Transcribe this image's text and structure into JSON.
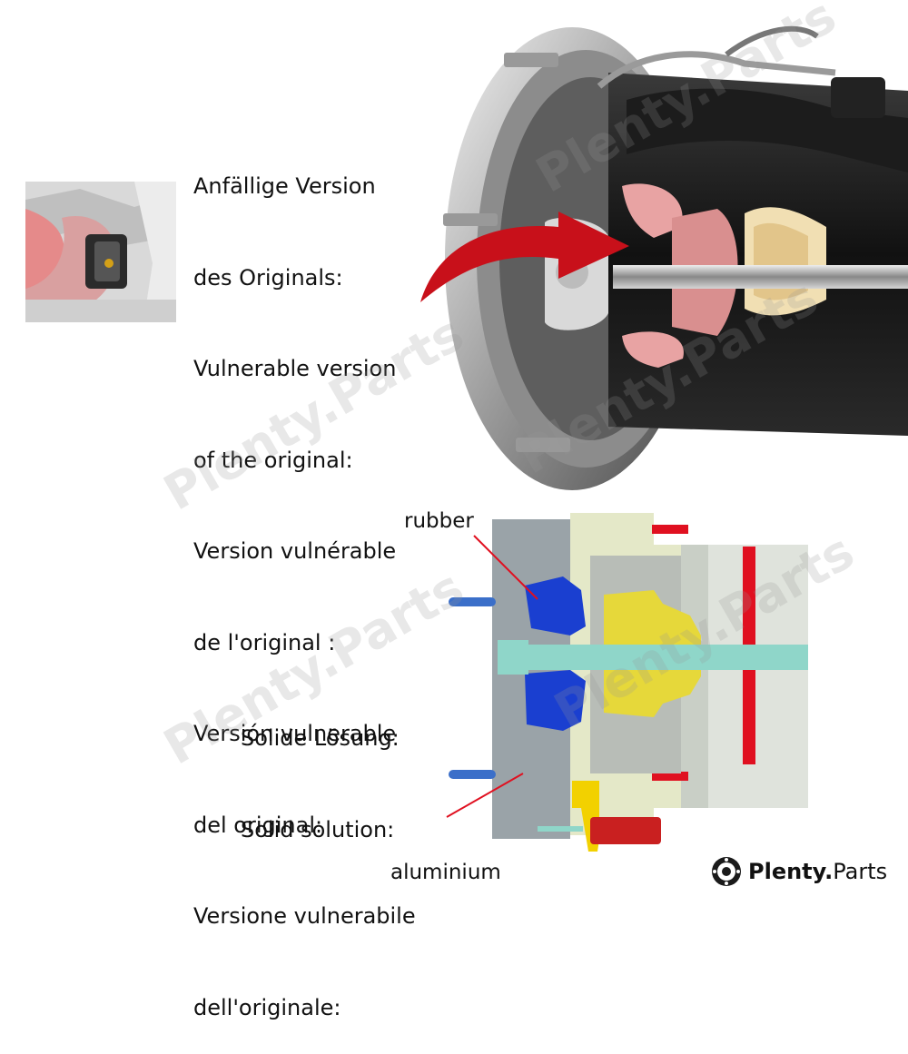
{
  "caption_original": {
    "lines": [
      "Anfällige Version",
      "des Originals:",
      "Vulnerable version",
      "of the original:",
      "Version vulnérable",
      "de l'original :",
      "Versión vulnerable",
      "del original:",
      "Versione vulnerabile",
      "dell'originale:"
    ]
  },
  "caption_solution": {
    "lines": [
      "Solide Lösung:",
      "Solid solution:"
    ]
  },
  "labels": {
    "rubber": "rubber",
    "aluminium": "aluminium"
  },
  "watermark": {
    "text": "Plenty.Parts"
  },
  "brand": {
    "name": "Plenty",
    "dot": ".",
    "suffix": "Parts",
    "icon": "brake-disc-icon"
  },
  "colors": {
    "rubber_blue": "#1a3fd0",
    "bump_yellow": "#e6d83a",
    "rod_teal": "#8fd6c9",
    "aluminium_grey": "#9aa3a8",
    "highlight_red": "#e01020",
    "arrow_red": "#c8101a"
  }
}
